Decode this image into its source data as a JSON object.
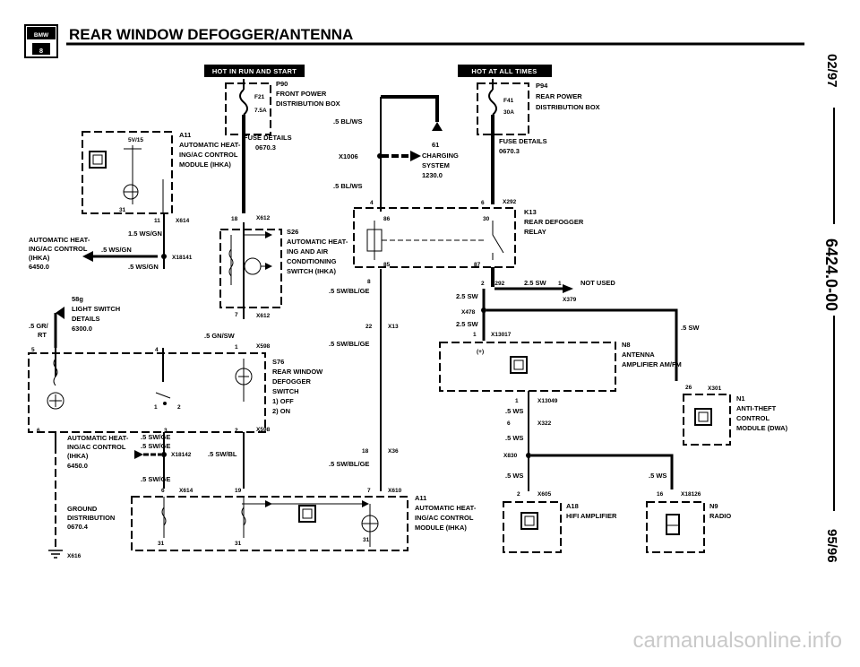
{
  "header": {
    "logo_top": "BMW",
    "logo_bottom": "8",
    "title": "REAR WINDOW DEFOGGER/ANTENNA",
    "side_date": "02/97",
    "side_code": "6424.0-00",
    "side_model_year": "95/96"
  },
  "power_banners": {
    "run_start": "HOT IN RUN AND START",
    "all_times": "HOT AT ALL TIMES"
  },
  "components": {
    "p90": {
      "id": "P90",
      "l1": "FRONT POWER",
      "l2": "DISTRIBUTION BOX",
      "fuse": "F21",
      "amps": "7.5A",
      "fuse_details": "FUSE DETAILS",
      "fuse_ref": "0670.3"
    },
    "p94": {
      "id": "P94",
      "l1": "REAR POWER",
      "l2": "DISTRIBUTION BOX",
      "fuse": "F41",
      "amps": "30A",
      "fuse_details": "FUSE DETAILS",
      "fuse_ref": "0670.3"
    },
    "a11_top": {
      "id": "A11",
      "l1": "AUTOMATIC HEAT-",
      "l2": "ING/AC CONTROL",
      "l3": "MODULE (IHKA)",
      "pin_5v": "5V/15",
      "pin_31": "31"
    },
    "a11_bottom": {
      "id": "A11",
      "l1": "AUTOMATIC HEAT-",
      "l2": "ING/AC CONTROL",
      "l3": "MODULE (IHKA)",
      "pin_31": "31"
    },
    "ihka_left": {
      "l1": "AUTOMATIC HEAT-",
      "l2": "ING/AC CONTROL",
      "l3": "(IHKA)",
      "l4": "6450.0"
    },
    "ihka_left2": {
      "l1": "AUTOMATIC HEAT-",
      "l2": "ING/AC CONTROL",
      "l3": "(IHKA)",
      "l4": "6450.0"
    },
    "s26": {
      "id": "S26",
      "l1": "AUTOMATIC HEAT-",
      "l2": "ING AND AIR",
      "l3": "CONDITIONING",
      "l4": "SWITCH (IHKA)"
    },
    "s76": {
      "id": "S76",
      "l1": "REAR WINDOW",
      "l2": "DEFOGGER",
      "l3": "SWITCH",
      "l4": "1) OFF",
      "l5": "2) ON"
    },
    "k13": {
      "id": "K13",
      "l1": "REAR DEFOGGER",
      "l2": "RELAY",
      "p86": "86",
      "p30": "30",
      "p85": "85",
      "p87": "87"
    },
    "n8": {
      "id": "N8",
      "l1": "ANTENNA",
      "l2": "AMPLIFIER AM/FM",
      "plus": "(+)"
    },
    "n1": {
      "id": "N1",
      "l1": "ANTI-THEFT",
      "l2": "CONTROL",
      "l3": "MODULE (DWA)"
    },
    "a18": {
      "id": "A18",
      "l1": "HIFI AMPLIFIER"
    },
    "n9": {
      "id": "N9",
      "l1": "RADIO"
    },
    "charging": {
      "num": "61",
      "l1": "CHARGING",
      "l2": "SYSTEM",
      "l3": "1230.0"
    },
    "light_switch": {
      "num": "58g",
      "l1": "LIGHT SWITCH",
      "l2": "DETAILS",
      "l3": "6300.0"
    },
    "ground": {
      "l1": "GROUND",
      "l2": "DISTRIBUTION",
      "l3": "0670.4",
      "conn": "X616"
    },
    "not_used": "NOT USED"
  },
  "wires": {
    "bl_ws_a": ".5 BL/WS",
    "bl_ws_b": ".5 BL/WS",
    "ws_gn_15": "1.5 WS/GN",
    "ws_gn_a": ".5 WS/GN",
    "ws_gn_b": ".5 WS/GN",
    "gn_sw": ".5 GN/SW",
    "sw_bl_ge_a": ".5 SW/BL/GE",
    "sw_bl_ge_b": ".5 SW/BL/GE",
    "sw_bl_ge_c": ".5 SW/BL/GE",
    "sw_ge_a": ".5 SW/GE",
    "sw_ge_b": ".5 SW/GE",
    "sw_ge_c": ".5 SW/GE",
    "sw_bl": ".5 SW/BL",
    "sw_25a": "2.5 SW",
    "sw_25b": "2.5 SW",
    "sw_25c": "2.5 SW",
    "sw_05": ".5 SW",
    "gr_rt_a": ".5 GR/",
    "gr_rt_b": "RT",
    "ws_a": ".5 WS",
    "ws_b": ".5 WS",
    "ws_c": ".5 WS",
    "ws_d": ".5 WS"
  },
  "connectors": {
    "x614": "X614",
    "x612a": "X612",
    "x612b": "X612",
    "x18141": "X18141",
    "x1006": "X1006",
    "x292a": "X292",
    "x292b": "X292",
    "x13": "X13",
    "x598a": "X598",
    "x598b": "X598",
    "x18142": "X18142",
    "x614b": "X614",
    "x36": "X36",
    "x610": "X610",
    "x379": "X379",
    "x478": "X478",
    "x13017": "X13017",
    "x13049": "X13049",
    "x322": "X322",
    "x830": "X830",
    "x605": "X605",
    "x18126": "X18126",
    "x301": "X301"
  },
  "pins": {
    "p11": "11",
    "p18": "18",
    "p4": "4",
    "p6": "6",
    "p8": "8",
    "p22": "22",
    "p7": "7",
    "p1": "1",
    "p5": "5",
    "p4b": "4",
    "p6b": "6",
    "p3": "3",
    "p2": "2",
    "p6c": "6",
    "p19": "19",
    "p18b": "18",
    "p7b": "7",
    "p2b": "2",
    "p1b": "1",
    "p1c": "1",
    "p1d": "1",
    "p6d": "6",
    "p2c": "2",
    "p16": "16",
    "p26": "26",
    "p31": "31",
    "p31b": "31",
    "p31c": "31",
    "s1": "1",
    "s2": "2"
  },
  "watermark": "carmanualsonline.info"
}
